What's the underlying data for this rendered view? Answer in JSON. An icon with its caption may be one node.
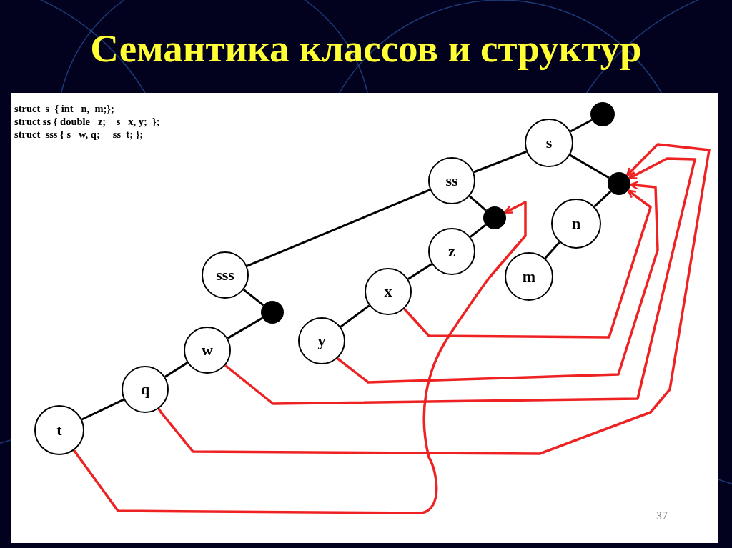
{
  "diagram": {
    "title": "Семантика классов и структур",
    "nodes": [
      {
        "text": [],
        "shape": "circle"
      },
      {
        "text": [
          "s"
        ]
      },
      {
        "text": [
          "ss"
        ]
      },
      {
        "text": [],
        "shape": "circle"
      },
      {
        "text": [],
        "shape": "circle"
      },
      {
        "text": [
          "n"
        ]
      },
      {
        "text": [
          "z"
        ]
      },
      {
        "text": [
          "sss"
        ]
      },
      {
        "text": [
          "m"
        ]
      },
      {
        "text": [
          "x"
        ]
      },
      {
        "text": [],
        "shape": "circle"
      },
      {
        "text": [
          "y"
        ]
      },
      {
        "text": [
          "w"
        ]
      },
      {
        "text": [
          "q"
        ]
      },
      {
        "text": [
          "t"
        ]
      }
    ],
    "edges": [
      {
        "from": 0,
        "to": 1,
        "arrow": "none"
      },
      {
        "from": 1,
        "to": 2,
        "arrow": "none"
      },
      {
        "from": 1,
        "to": 3,
        "arrow": "none"
      },
      {
        "from": 3,
        "to": 5,
        "arrow": "none"
      },
      {
        "from": 5,
        "to": 8,
        "arrow": "none"
      },
      {
        "from": 2,
        "to": 7,
        "arrow": "none"
      },
      {
        "from": 2,
        "to": 4,
        "arrow": "none"
      },
      {
        "from": 4,
        "to": 6,
        "arrow": "none"
      },
      {
        "from": 6,
        "to": 9,
        "arrow": "none"
      },
      {
        "from": 9,
        "to": 11,
        "arrow": "none"
      },
      {
        "from": 7,
        "to": 10,
        "arrow": "none"
      },
      {
        "from": 10,
        "to": 12,
        "arrow": "none"
      },
      {
        "from": 12,
        "to": 13,
        "arrow": "none"
      },
      {
        "from": 13,
        "to": 14,
        "arrow": "none"
      },
      {
        "from": 9,
        "to": 3,
        "arrow": "to",
        "color": "#ee2222"
      },
      {
        "from": 11,
        "to": 3,
        "arrow": "to",
        "color": "#ee2222"
      },
      {
        "from": 12,
        "to": 3,
        "arrow": "to",
        "color": "#ee2222"
      },
      {
        "from": 13,
        "to": 3,
        "arrow": "to",
        "color": "#ee2222"
      },
      {
        "from": 14,
        "to": 4,
        "arrow": "to",
        "color": "#ee2222"
      }
    ],
    "labels": [
      "struct  s  { int   n,  m;};",
      "struct ss { double   z;    s   x, y;  };",
      "struct  sss { s   w, q;     ss  t; };",
      "37"
    ]
  }
}
